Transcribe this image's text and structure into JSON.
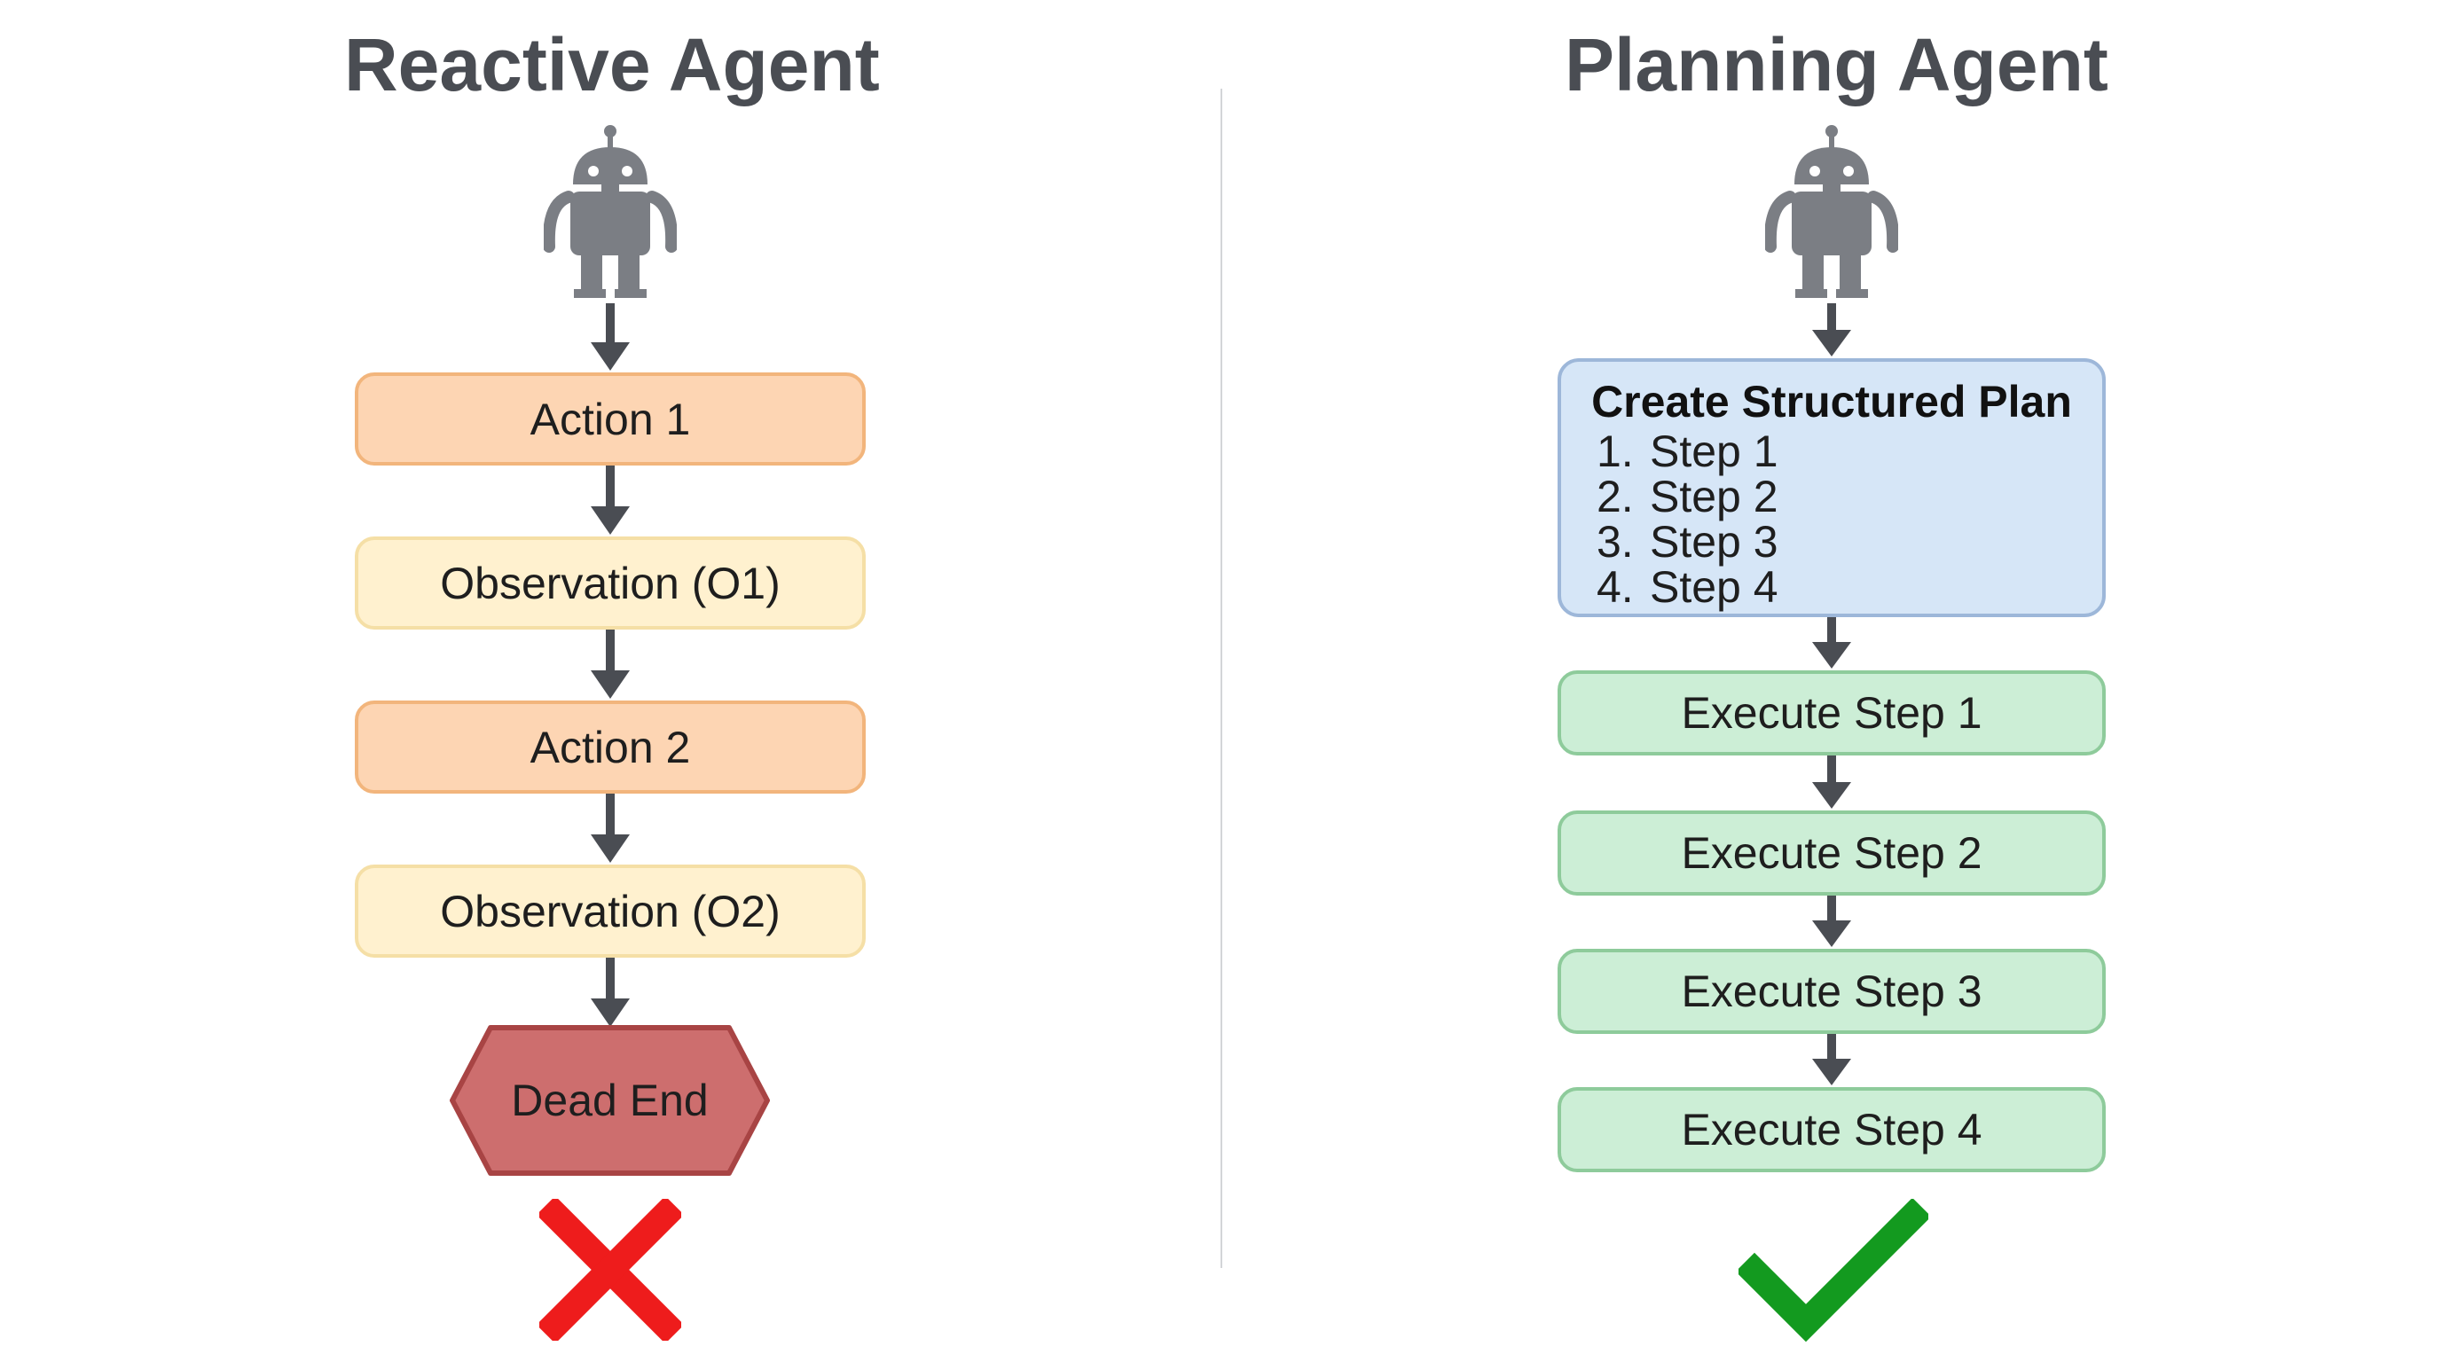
{
  "left": {
    "title": "Reactive Agent",
    "steps": [
      {
        "label": "Action 1",
        "kind": "action"
      },
      {
        "label": "Observation (O1)",
        "kind": "observation"
      },
      {
        "label": "Action 2",
        "kind": "action"
      },
      {
        "label": "Observation (O2)",
        "kind": "observation"
      }
    ],
    "end_label": "Dead End",
    "end_mark": "cross-icon"
  },
  "right": {
    "title": "Planning Agent",
    "plan": {
      "title": "Create Structured Plan",
      "steps": [
        {
          "num": "1.",
          "label": "Step 1"
        },
        {
          "num": "2.",
          "label": "Step 2"
        },
        {
          "num": "3.",
          "label": "Step 3"
        },
        {
          "num": "4.",
          "label": "Step 4"
        }
      ]
    },
    "executions": [
      {
        "label": "Execute Step 1"
      },
      {
        "label": "Execute Step 2"
      },
      {
        "label": "Execute Step 3"
      },
      {
        "label": "Execute Step 4"
      }
    ],
    "end_mark": "checkmark-icon"
  },
  "colors": {
    "action": "#fdd5b3",
    "observation": "#fff1cf",
    "plan": "#d6e6f7",
    "execute": "#cceed6",
    "dead_end": "#cd6e6e",
    "cross": "#ee1c1c",
    "check": "#139a1f",
    "robot": "#7b7e84",
    "arrow": "#4a4d53"
  }
}
